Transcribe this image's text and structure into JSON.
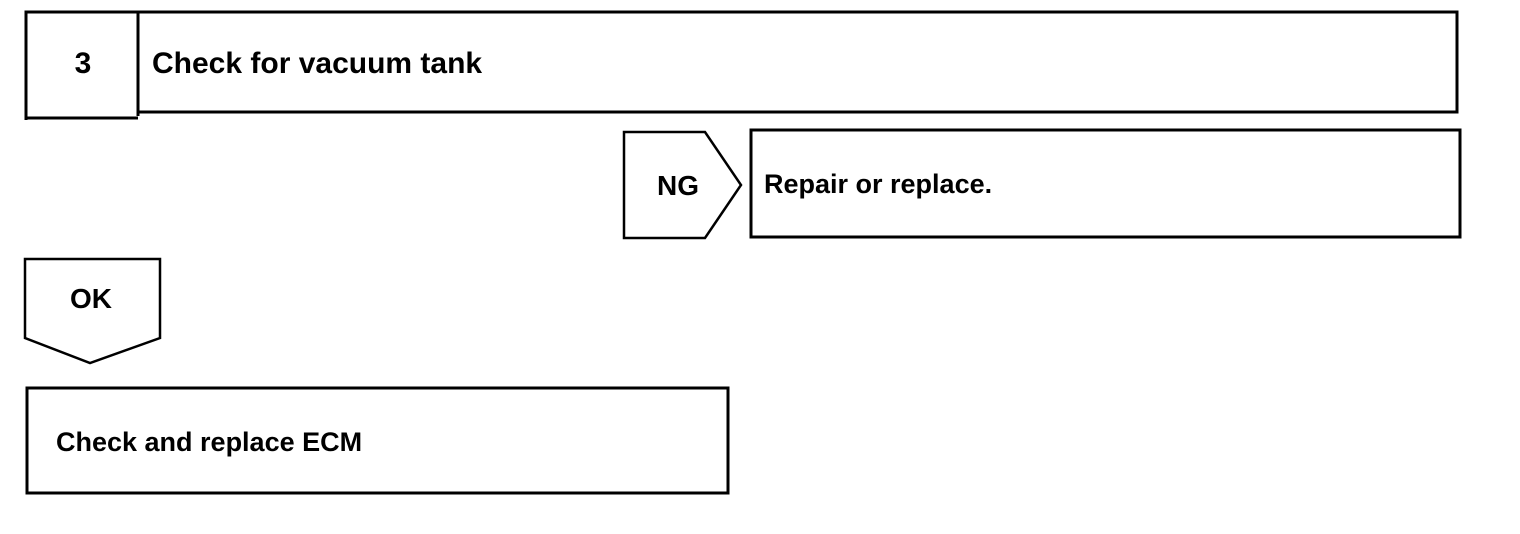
{
  "step": {
    "number": "3",
    "title": "Check for vacuum tank"
  },
  "ng_branch": {
    "label": "NG",
    "action": "Repair or replace."
  },
  "ok_branch": {
    "label": "OK",
    "action": "Check and replace ECM"
  },
  "colors": {
    "stroke": "#000000",
    "background": "#ffffff"
  }
}
